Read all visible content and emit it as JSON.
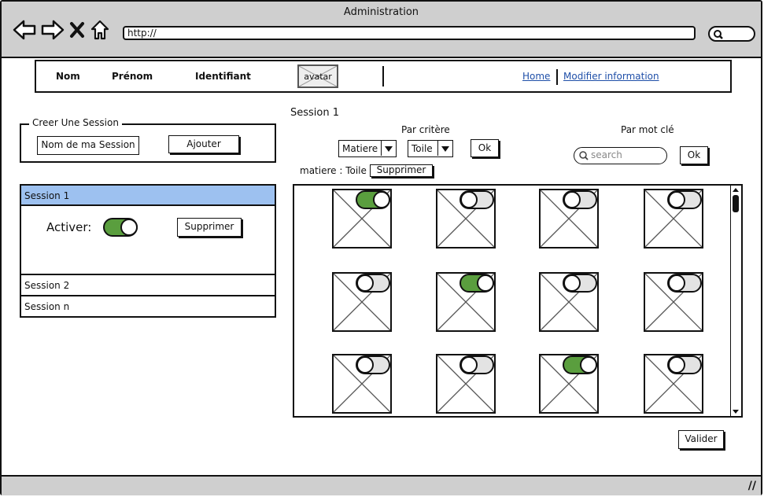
{
  "window": {
    "title": "Administration",
    "url": "http://"
  },
  "header": {
    "fields": [
      "Nom",
      "Prénom",
      "Identifiant"
    ],
    "avatar_label": "avatar",
    "links": {
      "home": "Home",
      "modify": "Modifier information"
    }
  },
  "create_session": {
    "legend": "Creer Une Session",
    "name_placeholder": "Nom de ma Session",
    "add_label": "Ajouter"
  },
  "sessions": {
    "items": [
      "Session 1",
      "Session 2",
      "Session n"
    ],
    "active_label": "Activer:",
    "delete_label": "Supprimer",
    "session1_active": true
  },
  "main": {
    "session_title": "Session 1",
    "criteria_label": "Par critère",
    "select_matiere": "Matiere",
    "select_toile": "Toile",
    "ok_label": "Ok",
    "keyword_label": "Par mot clé",
    "search_placeholder": "search",
    "filter_text": "matiere : Toile",
    "filter_delete": "Supprimer",
    "validate_label": "Valider"
  },
  "gallery": {
    "toggles_on": [
      true,
      false,
      false,
      false,
      false,
      true,
      false,
      false,
      false,
      false,
      true,
      false
    ]
  },
  "colors": {
    "toggle_on": "#5a9e3e",
    "toggle_off": "#e3e3e3",
    "selected_row": "#9dc1f0",
    "chrome": "#cfcfcf"
  }
}
